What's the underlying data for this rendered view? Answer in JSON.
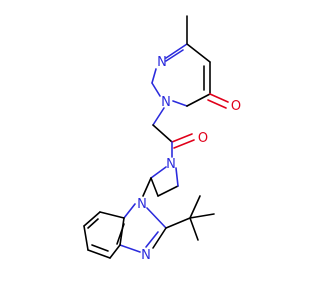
{
  "molecule": {
    "colors": {
      "bond": "#000000",
      "nitrogen": "#2b2bdc",
      "oxygen": "#e0001a",
      "background": "#ffffff"
    },
    "atom_labels": {
      "n_pyrimidine_top": "N",
      "n_pyrimidine_ring": "N",
      "o_ketone_ring": "O",
      "o_amide": "O",
      "n_azetidine": "N",
      "n_benzimidazole_1": "N",
      "n_benzimidazole_3": "N"
    }
  }
}
